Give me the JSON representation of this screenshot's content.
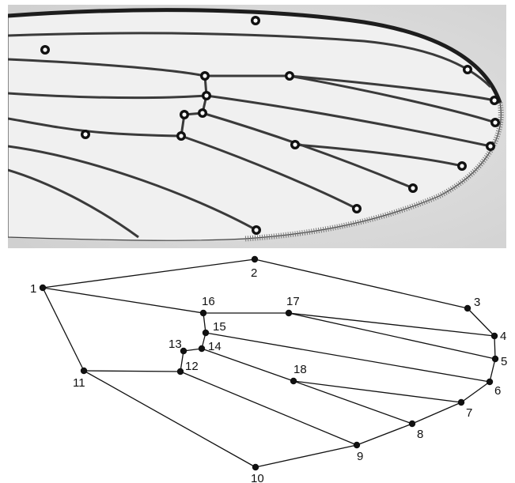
{
  "landmarks": [
    {
      "id": "1",
      "label": "1"
    },
    {
      "id": "2",
      "label": "2"
    },
    {
      "id": "3",
      "label": "3"
    },
    {
      "id": "4",
      "label": "4"
    },
    {
      "id": "5",
      "label": "5"
    },
    {
      "id": "6",
      "label": "6"
    },
    {
      "id": "7",
      "label": "7"
    },
    {
      "id": "8",
      "label": "8"
    },
    {
      "id": "9",
      "label": "9"
    },
    {
      "id": "10",
      "label": "10"
    },
    {
      "id": "11",
      "label": "11"
    },
    {
      "id": "12",
      "label": "12"
    },
    {
      "id": "13",
      "label": "13"
    },
    {
      "id": "14",
      "label": "14"
    },
    {
      "id": "15",
      "label": "15"
    },
    {
      "id": "16",
      "label": "16"
    },
    {
      "id": "17",
      "label": "17"
    },
    {
      "id": "18",
      "label": "18"
    }
  ],
  "links": [
    [
      "1",
      "2"
    ],
    [
      "2",
      "3"
    ],
    [
      "3",
      "4"
    ],
    [
      "4",
      "5"
    ],
    [
      "5",
      "6"
    ],
    [
      "6",
      "7"
    ],
    [
      "7",
      "8"
    ],
    [
      "8",
      "9"
    ],
    [
      "9",
      "10"
    ],
    [
      "10",
      "11"
    ],
    [
      "11",
      "1"
    ],
    [
      "1",
      "16"
    ],
    [
      "16",
      "17"
    ],
    [
      "17",
      "4"
    ],
    [
      "17",
      "5"
    ],
    [
      "16",
      "15"
    ],
    [
      "15",
      "14"
    ],
    [
      "15",
      "6"
    ],
    [
      "14",
      "13"
    ],
    [
      "13",
      "12"
    ],
    [
      "14",
      "18"
    ],
    [
      "18",
      "7"
    ],
    [
      "18",
      "8"
    ],
    [
      "11",
      "12"
    ],
    [
      "12",
      "9"
    ]
  ],
  "colors": {
    "photo_bg": "#d9d9d9",
    "vein": "#3a3a3a",
    "marker_fill": "#ffffff",
    "line": "#111111"
  }
}
